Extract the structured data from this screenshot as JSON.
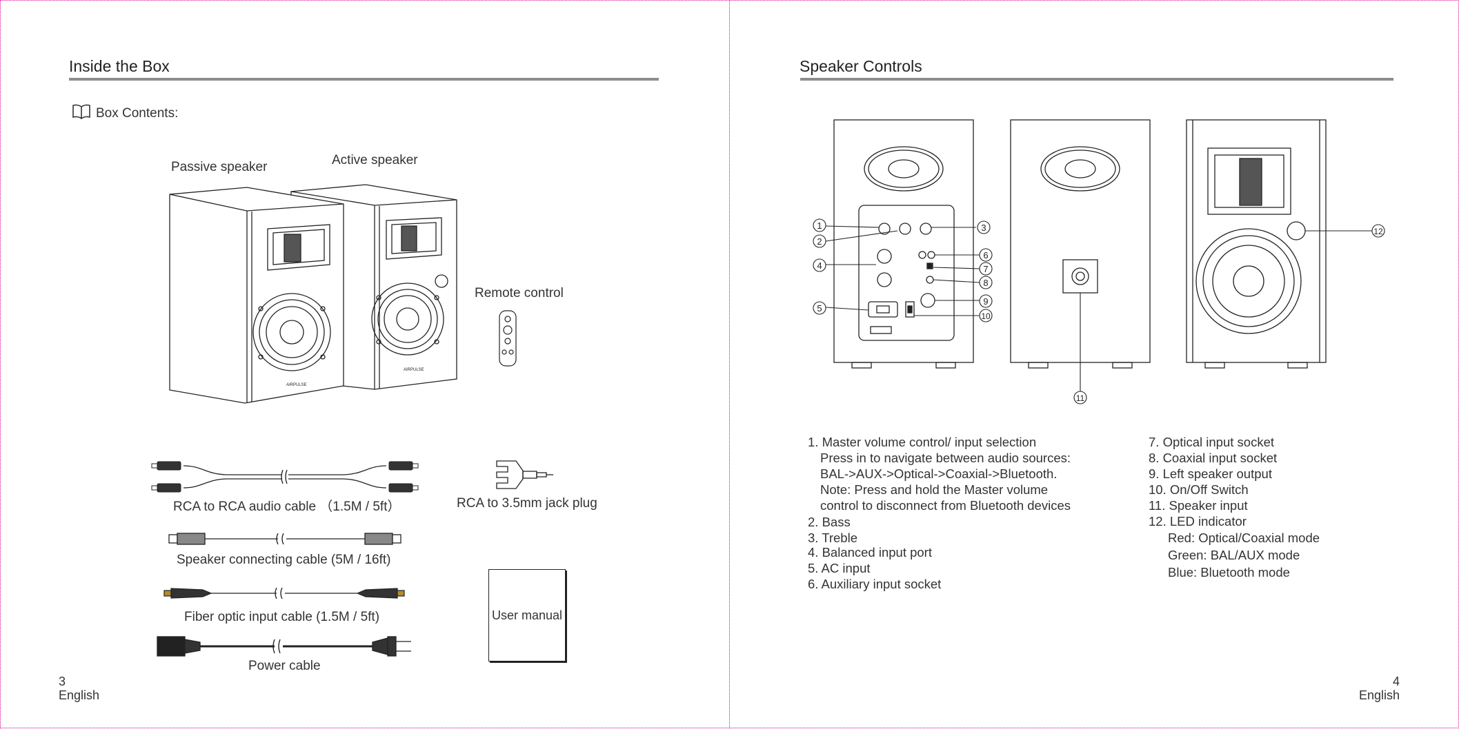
{
  "left_page": {
    "title": "Inside the Box",
    "box_contents_label": "Box Contents:",
    "items": {
      "passive_speaker": "Passive speaker",
      "active_speaker": "Active speaker",
      "remote_control": "Remote control",
      "rca_rca_cable": "RCA to RCA audio cable （1.5M / 5ft）",
      "rca_jack_plug": "RCA to 3.5mm jack plug",
      "speaker_cable": "Speaker connecting cable (5M / 16ft)",
      "fiber_cable": "Fiber optic input cable (1.5M / 5ft)",
      "user_manual": "User manual",
      "power_cable": "Power cable"
    },
    "page_number": "3",
    "language": "English",
    "speaker_brand": "AIRPULSE"
  },
  "right_page": {
    "title": "Speaker Controls",
    "callouts": [
      "1",
      "2",
      "3",
      "4",
      "5",
      "6",
      "7",
      "8",
      "9",
      "10",
      "11",
      "12"
    ],
    "controls_left": [
      "1. Master volume control/ input selection",
      "Press in to navigate between audio sources:",
      "BAL->AUX->Optical->Coaxial->Bluetooth.",
      "Note: Press and hold the Master volume",
      "control to disconnect from Bluetooth devices",
      "2. Bass",
      "3. Treble",
      "4. Balanced input port",
      "5. AC input",
      "6. Auxiliary input socket"
    ],
    "controls_right": [
      "7. Optical input socket",
      "8. Coaxial input socket",
      "9. Left speaker output",
      "10. On/Off  Switch",
      "11. Speaker input",
      "12. LED indicator",
      "Red: Optical/Coaxial mode",
      "Green: BAL/AUX mode",
      "Blue: Bluetooth mode"
    ],
    "page_number": "4",
    "language": "English"
  }
}
